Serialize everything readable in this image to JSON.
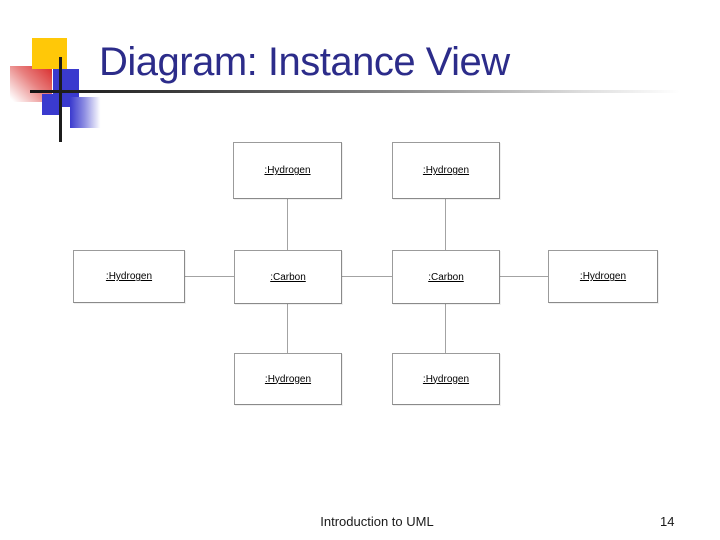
{
  "slide": {
    "title": "Diagram: Instance View",
    "footer": "Introduction to UML",
    "page_number": "14"
  },
  "colors": {
    "title_text": "#2c2c8a",
    "accent_yellow": "#ffc808",
    "accent_blue": "#3a3ace",
    "accent_red": "#d92b2b",
    "box_border": "#9b9b9b",
    "connector": "#a3a3a3",
    "rule_gradient_start": "#141414",
    "rule_gradient_end": "#ffffff"
  },
  "diagram": {
    "nodes": [
      {
        "id": "hydrogen-top-left",
        "label": ":Hydrogen"
      },
      {
        "id": "hydrogen-top-right",
        "label": ":Hydrogen"
      },
      {
        "id": "hydrogen-middle-left",
        "label": ":Hydrogen"
      },
      {
        "id": "carbon-left",
        "label": ":Carbon"
      },
      {
        "id": "carbon-right",
        "label": ":Carbon"
      },
      {
        "id": "hydrogen-middle-right",
        "label": ":Hydrogen"
      },
      {
        "id": "hydrogen-bottom-left",
        "label": ":Hydrogen"
      },
      {
        "id": "hydrogen-bottom-right",
        "label": ":Hydrogen"
      }
    ],
    "links": [
      {
        "from": "hydrogen-top-left",
        "to": "carbon-left"
      },
      {
        "from": "hydrogen-top-right",
        "to": "carbon-right"
      },
      {
        "from": "hydrogen-middle-left",
        "to": "carbon-left"
      },
      {
        "from": "carbon-left",
        "to": "carbon-right"
      },
      {
        "from": "carbon-right",
        "to": "hydrogen-middle-right"
      },
      {
        "from": "carbon-left",
        "to": "hydrogen-bottom-left"
      },
      {
        "from": "carbon-right",
        "to": "hydrogen-bottom-right"
      }
    ]
  }
}
